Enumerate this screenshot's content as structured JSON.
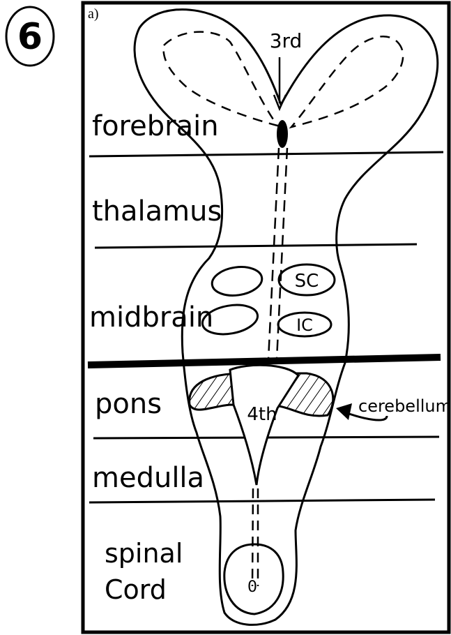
{
  "figure": {
    "number": "6",
    "panel": "a)"
  },
  "regions": [
    {
      "key": "forebrain",
      "label": "forebrain"
    },
    {
      "key": "thalamus",
      "label": "thalamus"
    },
    {
      "key": "midbrain",
      "label": "midbrain"
    },
    {
      "key": "pons",
      "label": "pons"
    },
    {
      "key": "medulla",
      "label": "medulla"
    },
    {
      "key": "spinal",
      "label": "spinal\nCord"
    }
  ],
  "annotations": {
    "third_ventricle": "3rd",
    "superior_colliculus": "SC",
    "inferior_colliculus": "IC",
    "fourth_ventricle": "4th",
    "cerebellum": "cerebellum",
    "spinal_canal": "0"
  }
}
